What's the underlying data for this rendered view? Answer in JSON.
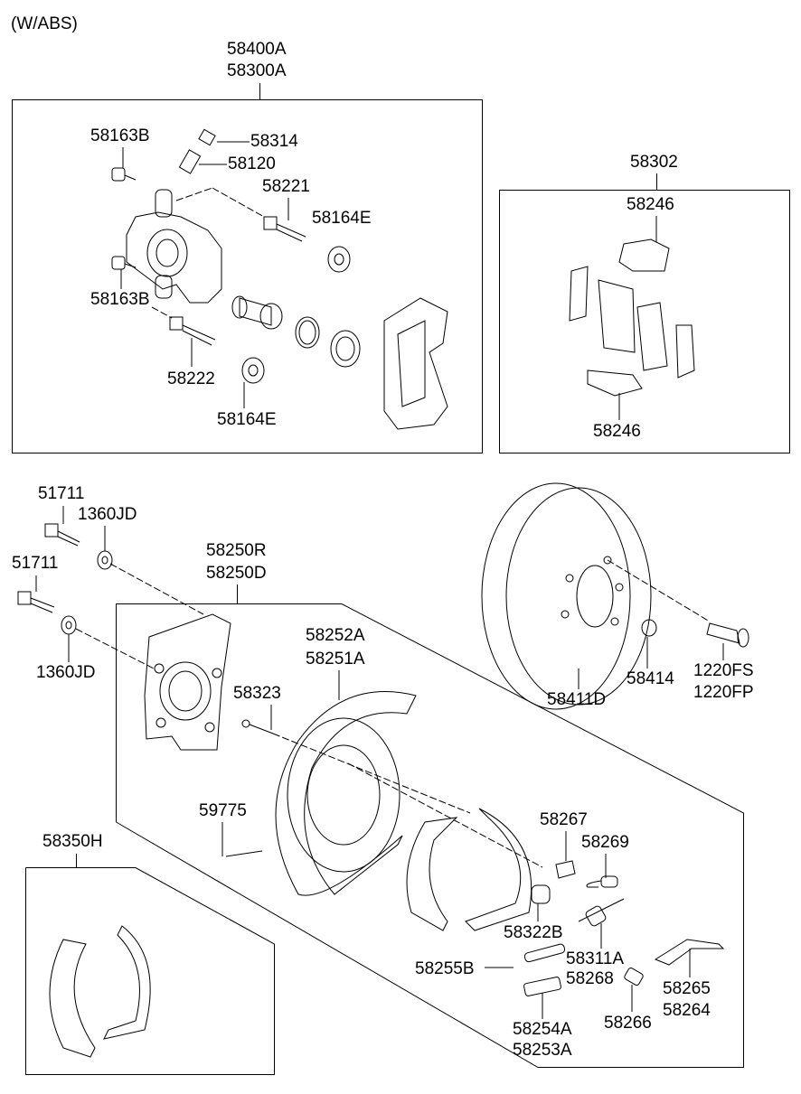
{
  "header": {
    "variant": "(W/ABS)"
  },
  "caliper_group": {
    "assembly": [
      "58400A",
      "58300A"
    ],
    "parts": {
      "bolt_upper": "58163B",
      "cap": "58314",
      "bleeder": "58120",
      "guide_pin_upper": "58221",
      "boot_upper": "58164E",
      "bolt_lower": "58163B",
      "guide_pin_lower": "58222",
      "boot_lower": "58164E"
    }
  },
  "pad_group": {
    "assembly": "58302",
    "parts": {
      "clip_upper": "58246",
      "clip_lower": "58246"
    }
  },
  "hub_group": {
    "bolt_upper": "51711",
    "washer_upper": "1360JD",
    "bolt_lower": "51711",
    "washer_lower": "1360JD"
  },
  "disc_group": {
    "disc": "58411D",
    "plug": "58414",
    "screw": [
      "1220FS",
      "1220FP"
    ]
  },
  "drum_brake_group": {
    "assembly": [
      "58250R",
      "58250D"
    ],
    "parts": {
      "backing_plate": [
        "58252A",
        "58251A"
      ],
      "pin": "58323",
      "clip": "59775",
      "retainer": "58267",
      "spring_a": "58269",
      "spring_cup": "58322B",
      "return_spring": [
        "58311A",
        "58268"
      ],
      "adjuster_spring": "58255B",
      "lever": [
        "58265",
        "58264"
      ],
      "adjuster": [
        "58254A",
        "58253A"
      ],
      "spring_b": "58266"
    }
  },
  "shoe_group": {
    "assembly": "58350H"
  }
}
